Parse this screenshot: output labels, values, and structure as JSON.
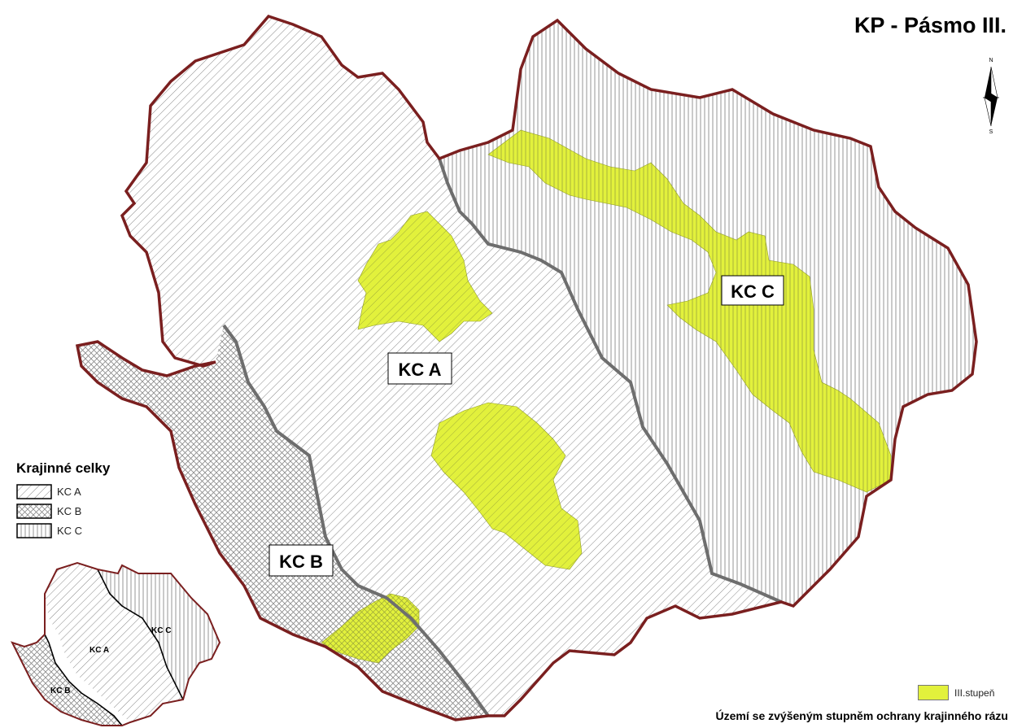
{
  "map": {
    "title": "KP - Pásmo III.",
    "labels": {
      "kc_a": "KC A",
      "kc_b": "KC B",
      "kc_c": "KC C"
    },
    "north_label": "N",
    "south_label": "S"
  },
  "legend": {
    "title": "Krajinné celky",
    "items": [
      {
        "label": "KC A"
      },
      {
        "label": "KC B"
      },
      {
        "label": "KC C"
      }
    ],
    "zone_label": "III.stupeň"
  },
  "inset": {
    "labels": {
      "kc_a": "KC A",
      "kc_b": "KC B",
      "kc_c": "KC C"
    }
  },
  "footer": {
    "text": "Území se zvýšeným stupněm ochrany krajinného rázu"
  },
  "colors": {
    "zone": "#e2f13c",
    "border": "#7a1f1f",
    "inner_border": "#6e6e6e"
  }
}
